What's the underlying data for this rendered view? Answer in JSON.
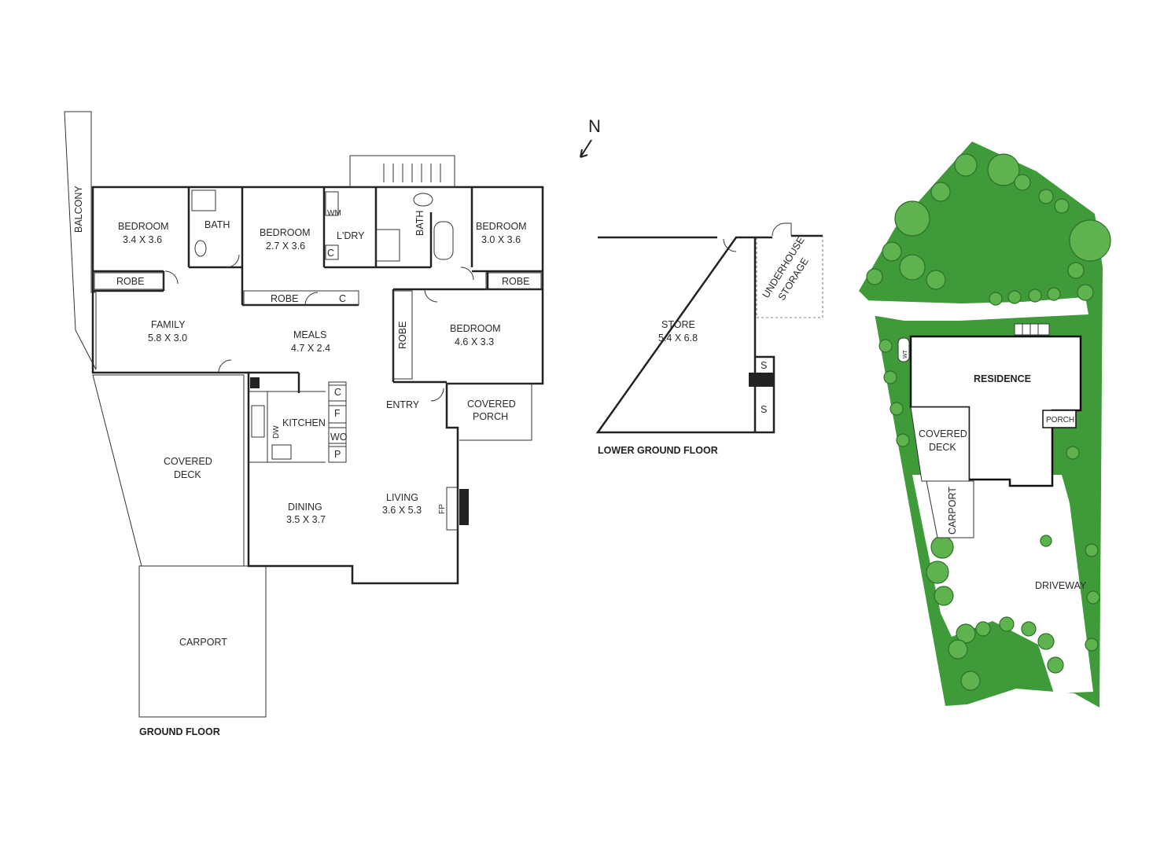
{
  "compass": {
    "label": "N"
  },
  "ground_floor": {
    "caption": "GROUND FLOOR",
    "rooms": {
      "balcony": "BALCONY",
      "bedroom1": {
        "name": "BEDROOM",
        "dims": "3.4 X 3.6"
      },
      "bath1": "BATH",
      "bedroom2": {
        "name": "BEDROOM",
        "dims": "2.7 X 3.6"
      },
      "wm": "WM",
      "laundry": "L'DRY",
      "c_laundry": "C",
      "bath2": "BATH",
      "bedroom3": {
        "name": "BEDROOM",
        "dims": "3.0 X 3.6"
      },
      "robe1": "ROBE",
      "robe2": "ROBE",
      "c_hall": "C",
      "robe3": "ROBE",
      "robe4": "ROBE",
      "family": {
        "name": "FAMILY",
        "dims": "5.8 X 3.0"
      },
      "meals": {
        "name": "MEALS",
        "dims": "4.7 X 2.4"
      },
      "bedroom4": {
        "name": "BEDROOM",
        "dims": "4.6 X 3.3"
      },
      "kitchen": "KITCHEN",
      "dw": "DW",
      "c_kitchen": "C",
      "f_kitchen": "F",
      "wo": "WO",
      "p_kitchen": "P",
      "entry": "ENTRY",
      "covered_porch": {
        "line1": "COVERED",
        "line2": "PORCH"
      },
      "covered_deck": {
        "line1": "COVERED",
        "line2": "DECK"
      },
      "dining": {
        "name": "DINING",
        "dims": "3.5 X 3.7"
      },
      "living": {
        "name": "LIVING",
        "dims": "3.6 X 5.3"
      },
      "fp": "FP",
      "carport": "CARPORT"
    }
  },
  "lower_ground_floor": {
    "caption": "LOWER GROUND FLOOR",
    "rooms": {
      "store": {
        "name": "STORE",
        "dims": "5.4 X 6.8"
      },
      "underhouse": {
        "line1": "UNDERHOUSE",
        "line2": "STORAGE"
      },
      "s1": "S",
      "s2": "S"
    }
  },
  "site_plan": {
    "residence": "RESIDENCE",
    "porch": "PORCH",
    "covered_deck": {
      "line1": "COVERED",
      "line2": "DECK"
    },
    "carport": "CARPORT",
    "driveway": "DRIVEWAY",
    "wt": "WT"
  },
  "colors": {
    "lawn": "#3f9b3a",
    "tree": "#5fb34f",
    "wall": "#222222",
    "background": "#ffffff"
  }
}
